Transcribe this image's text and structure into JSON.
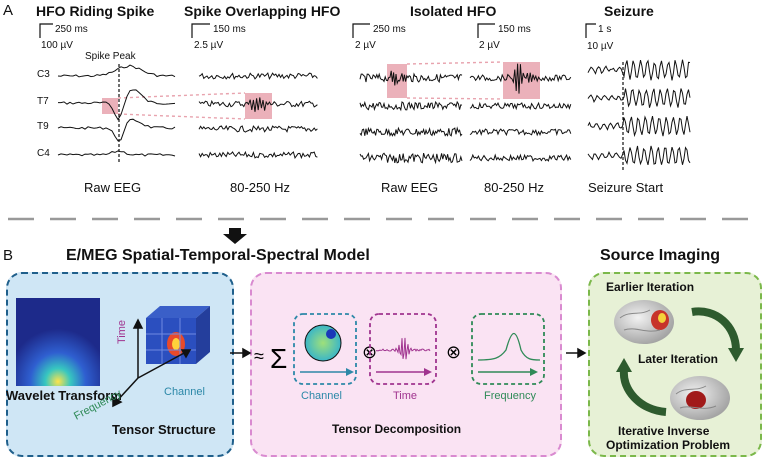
{
  "panelA": {
    "letter": "A",
    "hfo_spike": {
      "title": "HFO Riding Spike",
      "time_scale": "250 ms",
      "amp_scale": "100 µV",
      "marker": "Spike Peak",
      "channels": [
        "C3",
        "T7",
        "T9",
        "C4"
      ],
      "caption_raw": "Raw EEG",
      "caption_filtered": "80-250 Hz"
    },
    "spike_overlap": {
      "title": "Spike Overlapping HFO",
      "time_scale": "150 ms",
      "amp_scale": "2.5 µV"
    },
    "isolated": {
      "title": "Isolated HFO",
      "raw_time_scale": "250 ms",
      "raw_amp_scale": "2 µV",
      "filt_time_scale": "150 ms",
      "filt_amp_scale": "2 µV",
      "caption_raw": "Raw EEG",
      "caption_filtered": "80-250 Hz"
    },
    "seizure": {
      "title": "Seizure",
      "time_scale": "1 s",
      "amp_scale": "10 µV",
      "caption": "Seizure Start"
    }
  },
  "panelB": {
    "letter": "B",
    "model_title": "E/MEG Spatial-Temporal-Spectral Model",
    "wavelet_label": "Wavelet Transform",
    "tensor_label": "Tensor Structure",
    "axes": {
      "time": "Time",
      "channel": "Channel",
      "frequency": "Frequency"
    },
    "sum_symbol": "Σ",
    "tilde": "≈",
    "otimes": "⊗",
    "components": {
      "channel": "Channel",
      "time": "Time",
      "frequency": "Frequency"
    },
    "decomp_label": "Tensor Decomposition",
    "source_title": "Source Imaging",
    "earlier": "Earlier Iteration",
    "later": "Later Iteration",
    "inverse_line1": "Iterative Inverse",
    "inverse_line2": "Optimization Problem"
  },
  "colors": {
    "wavelet_bg": "#cfe6f5",
    "wavelet_border": "#1f5f8b",
    "tensor_bg": "#fae3f3",
    "tensor_border": "#d98ad0",
    "source_bg": "#e7f1d6",
    "source_border": "#7bb84a",
    "highlight": "#e8a3ae",
    "channel_accent": "#2c88a8",
    "time_accent": "#a0348f",
    "freq_accent": "#2f8a57"
  }
}
